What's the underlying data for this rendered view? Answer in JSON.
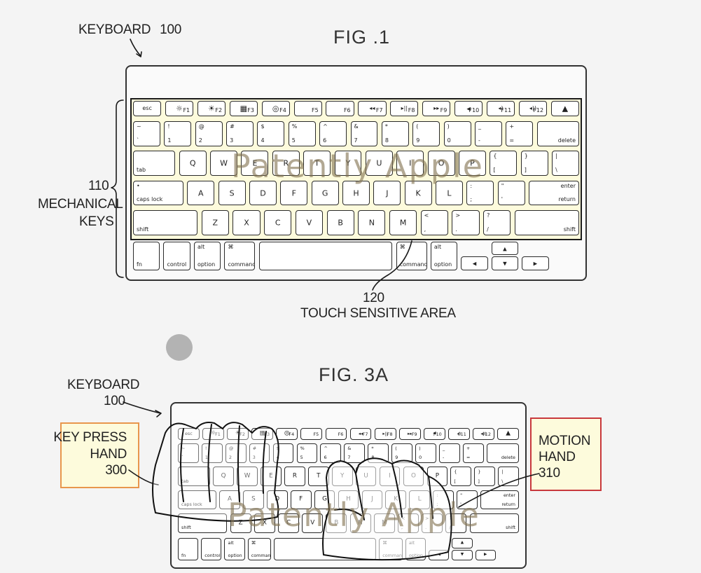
{
  "fig1": {
    "title": "FIG .1",
    "keyboard_label": "KEYBOARD",
    "keyboard_ref": "100",
    "keys_ref": "110",
    "keys_label_line1": "MECHANICAL",
    "keys_label_line2": "KEYS",
    "touch_ref": "120",
    "touch_label": "TOUCH SENSITIVE AREA"
  },
  "fig3a": {
    "title": "FIG. 3A",
    "keyboard_label": "KEYBOARD",
    "keyboard_ref": "100",
    "key_press_line1": "KEY PRESS",
    "key_press_line2": "HAND",
    "key_press_ref": "300",
    "motion_line1": "MOTION",
    "motion_line2": "HAND",
    "motion_ref": "310"
  },
  "watermark": "Patently Apple",
  "colors": {
    "touch_area": "#fdfbdc",
    "key_press_border": "#e8964c",
    "motion_border": "#c8383c",
    "watermark": "#827350"
  },
  "keyboard_rows": {
    "fn": [
      {
        "c": "esc"
      },
      {
        "c": "☼",
        "br": "F1"
      },
      {
        "c": "☀",
        "br": "F2"
      },
      {
        "c": "▦",
        "br": "F3"
      },
      {
        "c": "◎",
        "br": "F4"
      },
      {
        "br": "F5"
      },
      {
        "br": "F6"
      },
      {
        "c": "◂◂",
        "br": "F7"
      },
      {
        "c": "▸||",
        "br": "F8"
      },
      {
        "c": "▸▸",
        "br": "F9"
      },
      {
        "c": "◂",
        "br": "F10"
      },
      {
        "c": "◂)",
        "br": "F11"
      },
      {
        "c": "◂))",
        "br": "F12"
      },
      {
        "c": "▲"
      }
    ],
    "number": [
      {
        "tl": "~",
        "bl": "`"
      },
      {
        "tl": "!",
        "bl": "1"
      },
      {
        "tl": "@",
        "bl": "2"
      },
      {
        "tl": "#",
        "bl": "3"
      },
      {
        "tl": "$",
        "bl": "4"
      },
      {
        "tl": "%",
        "bl": "5"
      },
      {
        "tl": "^",
        "bl": "6"
      },
      {
        "tl": "&",
        "bl": "7"
      },
      {
        "tl": "*",
        "bl": "8"
      },
      {
        "tl": "(",
        "bl": "9"
      },
      {
        "tl": ")",
        "bl": "0"
      },
      {
        "tl": "_",
        "bl": "-"
      },
      {
        "tl": "+",
        "bl": "="
      },
      {
        "br": "delete"
      }
    ],
    "top": [
      {
        "bl": "tab"
      },
      {
        "c": "Q"
      },
      {
        "c": "W"
      },
      {
        "c": "E"
      },
      {
        "c": "R"
      },
      {
        "c": "T"
      },
      {
        "c": "Y"
      },
      {
        "c": "U"
      },
      {
        "c": "I"
      },
      {
        "c": "O"
      },
      {
        "c": "P"
      },
      {
        "tl": "{",
        "bl": "["
      },
      {
        "tl": "}",
        "bl": "]"
      },
      {
        "tl": "|",
        "bl": "\\"
      }
    ],
    "home": [
      {
        "tl": "•",
        "bl": "caps lock"
      },
      {
        "c": "A"
      },
      {
        "c": "S"
      },
      {
        "c": "D"
      },
      {
        "c": "F"
      },
      {
        "c": "G"
      },
      {
        "c": "H"
      },
      {
        "c": "J"
      },
      {
        "c": "K"
      },
      {
        "c": "L"
      },
      {
        "tl": ":",
        "bl": ";"
      },
      {
        "tl": "\"",
        "bl": "'"
      },
      {
        "tr": "enter",
        "br": "return"
      }
    ],
    "bottom": [
      {
        "bl": "shift"
      },
      {
        "c": "Z"
      },
      {
        "c": "X"
      },
      {
        "c": "C"
      },
      {
        "c": "V"
      },
      {
        "c": "B"
      },
      {
        "c": "N"
      },
      {
        "c": "M"
      },
      {
        "tl": "<",
        "bl": ","
      },
      {
        "tl": ">",
        "bl": "."
      },
      {
        "tl": "?",
        "bl": "/"
      },
      {
        "br": "shift"
      }
    ],
    "modifier": [
      {
        "bl": "fn"
      },
      {
        "bl": "control"
      },
      {
        "tl": "alt",
        "bl": "option"
      },
      {
        "tl": "⌘",
        "bl": "command"
      },
      {},
      {
        "tl": "⌘",
        "bl": "command"
      },
      {
        "tl": "alt",
        "bl": "option"
      },
      {
        "c": "◂"
      },
      {
        "c": "▴"
      },
      {
        "c": "▾"
      },
      {
        "c": "▸"
      }
    ]
  }
}
